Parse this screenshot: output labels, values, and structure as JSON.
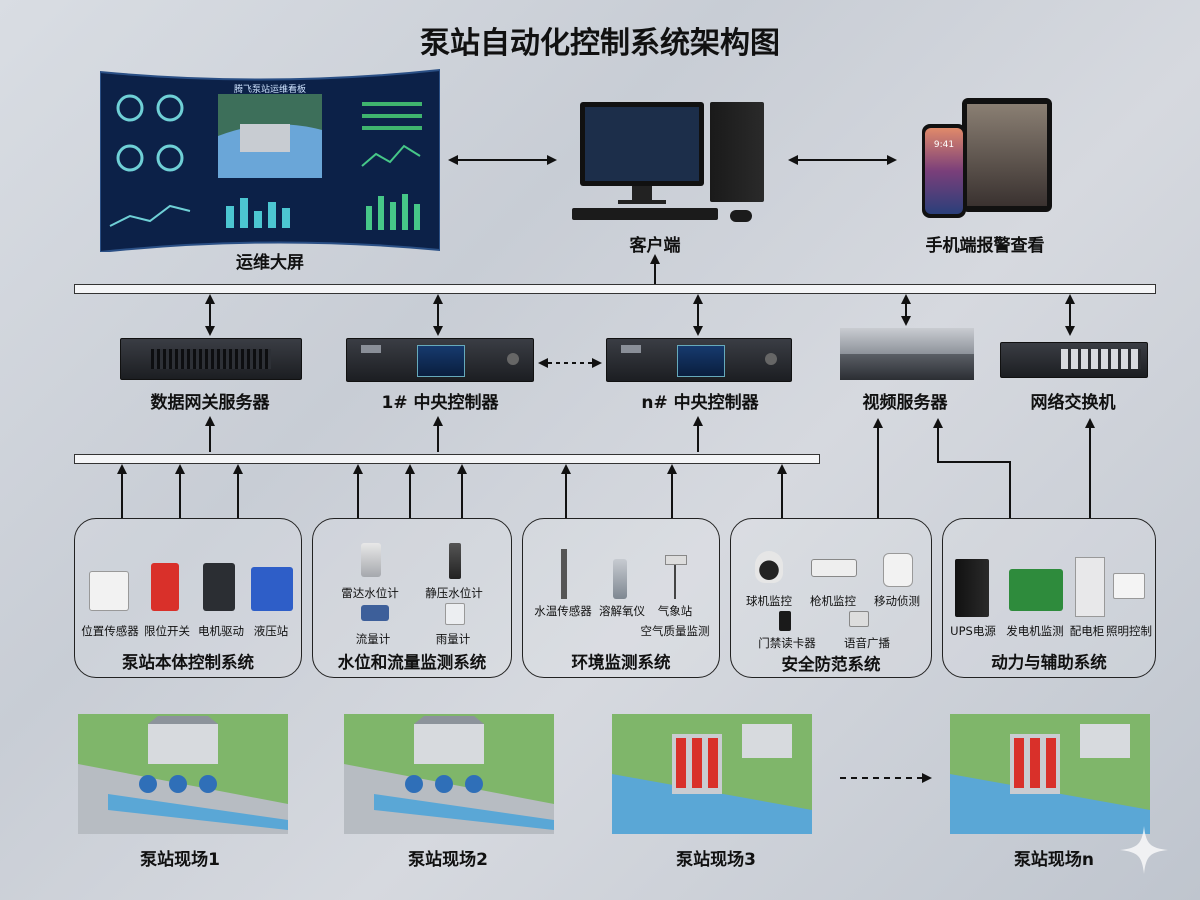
{
  "title": "泵站自动化控制系统架构图",
  "top_nodes": {
    "big_screen": "运维大屏",
    "big_screen_header": "腾飞泵站运维看板",
    "client": "客户端",
    "mobile": "手机端报警查看",
    "phone_time": "9:41"
  },
  "servers": {
    "gateway": "数据网关服务器",
    "ctrl1": "1# 中央控制器",
    "ctrln": "n# 中央控制器",
    "video": "视频服务器",
    "switch": "网络交换机"
  },
  "groups": {
    "g1": {
      "name": "泵站本体控制系统",
      "items": [
        "位置传感器",
        "限位开关",
        "电机驱动",
        "液压站"
      ]
    },
    "g2": {
      "name": "水位和流量监测系统",
      "items": [
        "雷达水位计",
        "静压水位计",
        "流量计",
        "雨量计"
      ]
    },
    "g3": {
      "name": "环境监测系统",
      "items": [
        "水温传感器",
        "溶解氧仪",
        "气象站",
        "空气质量监测"
      ]
    },
    "g4": {
      "name": "安全防范系统",
      "items": [
        "球机监控",
        "枪机监控",
        "移动侦测",
        "门禁读卡器",
        "语音广播"
      ]
    },
    "g5": {
      "name": "动力与辅助系统",
      "items": [
        "UPS电源",
        "发电机监测",
        "配电柜",
        "照明控制"
      ]
    }
  },
  "sites": [
    "泵站现场1",
    "泵站现场2",
    "泵站现场3",
    "泵站现场n"
  ],
  "colors": {
    "pipe_blue": "#2f6fb8",
    "rack_dark": "#22252b",
    "screen_blue": "#153a6b",
    "arrow": "#111111"
  }
}
